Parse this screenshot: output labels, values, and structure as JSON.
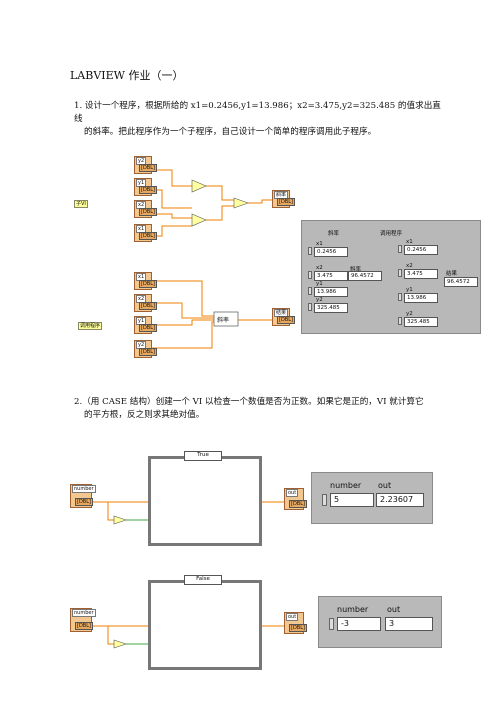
{
  "doc": {
    "title": "LABVIEW 作业（一）",
    "q1": "1. 设计一个程序，根据所给的 x1=0.2456,y1=13.986；x2=3.475,y2=325.485 的值求出直线",
    "q1b": "的斜率。把此程序作为一个子程序，自己设计一个简单的程序调用此子程序。",
    "q2": "2.（用 CASE 结构）创建一个 VI 以检查一个数值是否为正数。如果它是正的，VI 就计算它",
    "q2b": "的平方根，反之则求其绝对值。"
  },
  "diagram1": {
    "top_nodes": [
      {
        "label": "y2",
        "value": "[DBL]"
      },
      {
        "label": "y1",
        "value": "[DBL]"
      },
      {
        "label": "x2",
        "value": "[DBL]"
      },
      {
        "label": "x1",
        "value": "[DBL]"
      }
    ],
    "top_tag": "子VI",
    "top_out": {
      "label": "斜率",
      "value": "[DBL]"
    },
    "bottom_nodes": [
      {
        "label": "x1",
        "value": "[DBL]"
      },
      {
        "label": "x2",
        "value": "[DBL]"
      },
      {
        "label": "y1",
        "value": "[DBL]"
      },
      {
        "label": "y2",
        "value": "[DBL]"
      }
    ],
    "bottom_tag": "调用程序",
    "subvi_label": "斜率",
    "bottom_out": {
      "label": "结果",
      "value": "[DBL]"
    }
  },
  "panel1": {
    "left_heading": "斜率",
    "right_heading": "调用程序",
    "left_fields": [
      {
        "label": "x1",
        "value": "0.2456"
      },
      {
        "label": "x2",
        "value": "3.475"
      },
      {
        "label": "y1",
        "value": "13.986"
      },
      {
        "label": "y2",
        "value": "325.485"
      }
    ],
    "slope_label": "斜率",
    "slope_value": "96.4572",
    "right_fields": [
      {
        "label": "x1",
        "value": "0.2456"
      },
      {
        "label": "x2",
        "value": "3.475"
      },
      {
        "label": "y1",
        "value": "13.986"
      },
      {
        "label": "y2",
        "value": "325.485"
      }
    ],
    "result_label": "结果",
    "result_value": "96.4572"
  },
  "case_true": {
    "selector": "True",
    "in_label": "number",
    "in_value": "[DBL]",
    "out_label": "out",
    "out_value": "[DBL]",
    "panel_number_label": "number",
    "panel_number_value": "5",
    "panel_out_label": "out",
    "panel_out_value": "2.23607"
  },
  "case_false": {
    "selector": "False",
    "in_label": "number",
    "in_value": "[DBL]",
    "out_label": "out",
    "out_value": "[DBL]",
    "panel_number_label": "number",
    "panel_number_value": "-3",
    "panel_out_label": "out",
    "panel_out_value": "3"
  },
  "colors": {
    "wire": "#f08000",
    "node": "#f3c890",
    "panel": "#b8b8b8"
  }
}
